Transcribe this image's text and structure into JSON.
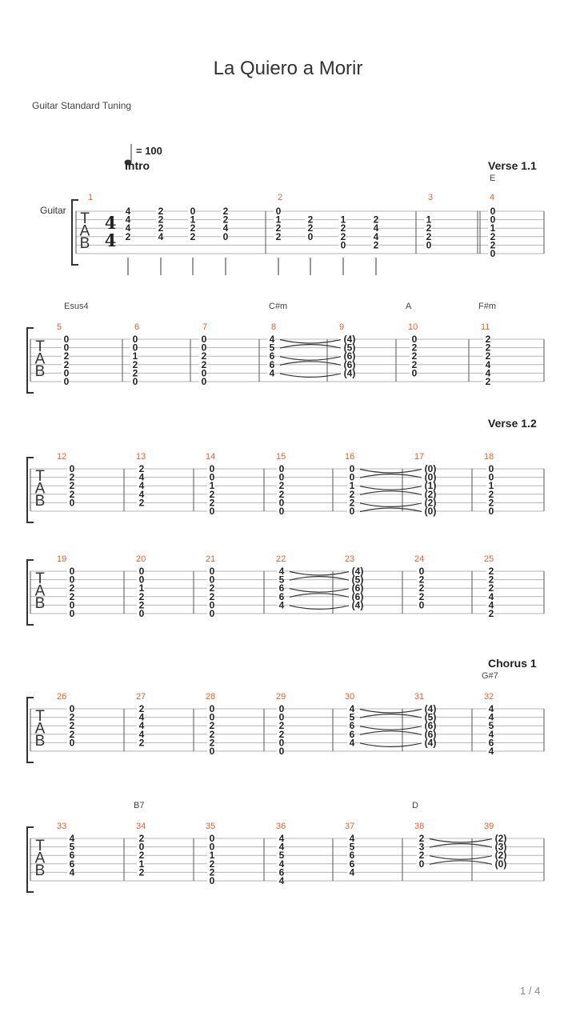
{
  "title": "La Quiero a Morir",
  "tuning": "Guitar Standard Tuning",
  "page": "1 / 4",
  "tempo": "= 100",
  "instrument": "Guitar",
  "time_signature": [
    "4",
    "4"
  ],
  "tab_clef": [
    "T",
    "A",
    "B"
  ],
  "systems": [
    {
      "measures": [
        {
          "n": "1",
          "section": "Intro",
          "beats": [
            [
              "4",
              "4",
              "4",
              "2",
              "",
              ""
            ],
            [
              "2",
              "2",
              "2",
              "4",
              "",
              ""
            ],
            [
              "0",
              "1",
              "2",
              "2",
              "",
              ""
            ],
            [
              "2",
              "2",
              "4",
              "0",
              "",
              ""
            ]
          ]
        },
        {
          "n": "2",
          "beats": [
            [
              "0",
              "1",
              "2",
              "2",
              "",
              ""
            ],
            [
              "",
              "2",
              "2",
              "0",
              "",
              ""
            ],
            [
              "",
              "1",
              "2",
              "2",
              "0",
              ""
            ],
            [
              "",
              "2",
              "4",
              "4",
              "2",
              ""
            ]
          ]
        },
        {
          "n": "3",
          "beats": [
            [
              "",
              "1",
              "2",
              "2",
              "0",
              ""
            ]
          ]
        },
        {
          "n": "4",
          "section": "Verse 1.1",
          "chord": "E",
          "beats": [
            [
              "0",
              "0",
              "1",
              "2",
              "2",
              "0"
            ]
          ]
        }
      ]
    },
    {
      "measures": [
        {
          "n": "5",
          "chord": "Esus4",
          "beats": [
            [
              "0",
              "0",
              "2",
              "2",
              "0",
              "0"
            ]
          ]
        },
        {
          "n": "6",
          "beats": [
            [
              "0",
              "0",
              "1",
              "2",
              "2",
              "0"
            ]
          ]
        },
        {
          "n": "7",
          "beats": [
            [
              "0",
              "0",
              "2",
              "2",
              "0",
              "0"
            ]
          ]
        },
        {
          "n": "8",
          "chord": "C#m",
          "beats": [
            [
              "4",
              "5",
              "6",
              "6",
              "4",
              ""
            ]
          ]
        },
        {
          "n": "9",
          "beats": [
            [
              "(4)",
              "(5)",
              "(6)",
              "(6)",
              "(4)",
              ""
            ]
          ]
        },
        {
          "n": "10",
          "chord": "A",
          "beats": [
            [
              "0",
              "2",
              "2",
              "2",
              "0",
              ""
            ]
          ]
        },
        {
          "n": "11",
          "chord": "F#m",
          "beats": [
            [
              "2",
              "2",
              "2",
              "4",
              "4",
              "2"
            ]
          ]
        }
      ]
    },
    {
      "measures": [
        {
          "n": "12",
          "beats": [
            [
              "0",
              "2",
              "2",
              "2",
              "0",
              ""
            ]
          ]
        },
        {
          "n": "13",
          "beats": [
            [
              "2",
              "4",
              "4",
              "4",
              "2",
              ""
            ]
          ]
        },
        {
          "n": "14",
          "beats": [
            [
              "0",
              "0",
              "1",
              "2",
              "2",
              "0"
            ]
          ]
        },
        {
          "n": "15",
          "beats": [
            [
              "0",
              "0",
              "2",
              "2",
              "0",
              "0"
            ]
          ]
        },
        {
          "n": "16",
          "beats": [
            [
              "0",
              "0",
              "1",
              "2",
              "2",
              "0"
            ]
          ]
        },
        {
          "n": "17",
          "beats": [
            [
              "(0)",
              "(0)",
              "(1)",
              "(2)",
              "(2)",
              "(0)"
            ]
          ]
        },
        {
          "n": "18",
          "section": "Verse 1.2",
          "beats": [
            [
              "0",
              "0",
              "1",
              "2",
              "2",
              "0"
            ]
          ]
        }
      ]
    },
    {
      "measures": [
        {
          "n": "19",
          "beats": [
            [
              "0",
              "0",
              "2",
              "2",
              "0",
              "0"
            ]
          ]
        },
        {
          "n": "20",
          "beats": [
            [
              "0",
              "0",
              "1",
              "2",
              "2",
              "0"
            ]
          ]
        },
        {
          "n": "21",
          "beats": [
            [
              "0",
              "0",
              "2",
              "2",
              "0",
              "0"
            ]
          ]
        },
        {
          "n": "22",
          "beats": [
            [
              "4",
              "5",
              "6",
              "6",
              "4",
              ""
            ]
          ]
        },
        {
          "n": "23",
          "beats": [
            [
              "(4)",
              "(5)",
              "(6)",
              "(6)",
              "(4)",
              ""
            ]
          ]
        },
        {
          "n": "24",
          "beats": [
            [
              "0",
              "2",
              "2",
              "2",
              "0",
              ""
            ]
          ]
        },
        {
          "n": "25",
          "beats": [
            [
              "2",
              "2",
              "2",
              "4",
              "4",
              "2"
            ]
          ]
        }
      ]
    },
    {
      "measures": [
        {
          "n": "26",
          "beats": [
            [
              "0",
              "2",
              "2",
              "2",
              "0",
              ""
            ]
          ]
        },
        {
          "n": "27",
          "beats": [
            [
              "2",
              "4",
              "4",
              "4",
              "2",
              ""
            ]
          ]
        },
        {
          "n": "28",
          "beats": [
            [
              "0",
              "0",
              "2",
              "2",
              "2",
              "0"
            ]
          ]
        },
        {
          "n": "29",
          "beats": [
            [
              "0",
              "0",
              "2",
              "2",
              "0",
              "0"
            ]
          ]
        },
        {
          "n": "30",
          "beats": [
            [
              "4",
              "5",
              "6",
              "6",
              "4",
              ""
            ]
          ]
        },
        {
          "n": "31",
          "beats": [
            [
              "(4)",
              "(5)",
              "(6)",
              "(6)",
              "(4)",
              ""
            ]
          ]
        },
        {
          "n": "32",
          "section": "Chorus 1",
          "chord": "G#7",
          "beats": [
            [
              "4",
              "4",
              "5",
              "4",
              "6",
              "4"
            ]
          ]
        }
      ]
    },
    {
      "measures": [
        {
          "n": "33",
          "beats": [
            [
              "4",
              "5",
              "6",
              "6",
              "4",
              ""
            ]
          ]
        },
        {
          "n": "34",
          "chord": "B7",
          "beats": [
            [
              "2",
              "0",
              "2",
              "1",
              "2",
              ""
            ]
          ]
        },
        {
          "n": "35",
          "beats": [
            [
              "0",
              "0",
              "1",
              "2",
              "2",
              "0"
            ]
          ]
        },
        {
          "n": "36",
          "beats": [
            [
              "4",
              "4",
              "5",
              "4",
              "6",
              "4"
            ]
          ]
        },
        {
          "n": "37",
          "beats": [
            [
              "4",
              "5",
              "6",
              "6",
              "4",
              ""
            ]
          ]
        },
        {
          "n": "38",
          "chord": "D",
          "beats": [
            [
              "2",
              "3",
              "2",
              "0",
              "",
              ""
            ]
          ]
        },
        {
          "n": "39",
          "beats": [
            [
              "(2)",
              "(3)",
              "(2)",
              "(0)",
              "",
              ""
            ]
          ]
        }
      ]
    }
  ],
  "ties": [
    {
      "from": "8",
      "to": "9",
      "strings": 5
    },
    {
      "from": "16",
      "to": "17",
      "strings": 6
    },
    {
      "from": "22",
      "to": "23",
      "strings": 5
    },
    {
      "from": "30",
      "to": "31",
      "strings": 5
    },
    {
      "from": "38",
      "to": "39",
      "strings": 4
    }
  ]
}
